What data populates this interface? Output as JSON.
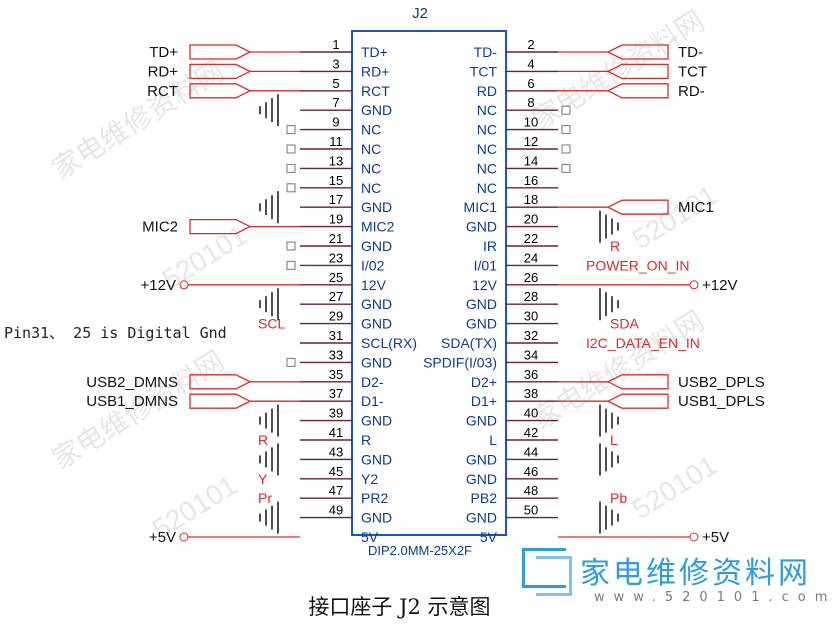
{
  "connector": {
    "ref": "J2",
    "part": "DIP2.0MM-25X2F",
    "left_pins": [
      {
        "num": "1",
        "name": "TD+"
      },
      {
        "num": "3",
        "name": "RD+"
      },
      {
        "num": "5",
        "name": "RCT"
      },
      {
        "num": "7",
        "name": "GND"
      },
      {
        "num": "9",
        "name": "NC"
      },
      {
        "num": "11",
        "name": "NC"
      },
      {
        "num": "13",
        "name": "NC"
      },
      {
        "num": "15",
        "name": "NC"
      },
      {
        "num": "17",
        "name": "GND"
      },
      {
        "num": "19",
        "name": "MIC2"
      },
      {
        "num": "21",
        "name": "GND"
      },
      {
        "num": "23",
        "name": "I/02"
      },
      {
        "num": "25",
        "name": "12V"
      },
      {
        "num": "27",
        "name": "GND"
      },
      {
        "num": "29",
        "name": "GND"
      },
      {
        "num": "31",
        "name": "SCL(RX)"
      },
      {
        "num": "33",
        "name": "GND"
      },
      {
        "num": "35",
        "name": "D2-"
      },
      {
        "num": "37",
        "name": "D1-"
      },
      {
        "num": "39",
        "name": "GND"
      },
      {
        "num": "41",
        "name": "R"
      },
      {
        "num": "43",
        "name": "GND"
      },
      {
        "num": "45",
        "name": "Y2"
      },
      {
        "num": "47",
        "name": "PR2"
      },
      {
        "num": "49",
        "name": "GND"
      },
      {
        "num": "",
        "name": "5V"
      }
    ],
    "right_pins": [
      {
        "num": "2",
        "name": "TD-"
      },
      {
        "num": "4",
        "name": "TCT"
      },
      {
        "num": "6",
        "name": "RD"
      },
      {
        "num": "8",
        "name": "NC"
      },
      {
        "num": "10",
        "name": "NC"
      },
      {
        "num": "12",
        "name": "NC"
      },
      {
        "num": "14",
        "name": "NC"
      },
      {
        "num": "16",
        "name": "NC"
      },
      {
        "num": "18",
        "name": "MIC1"
      },
      {
        "num": "20",
        "name": "GND"
      },
      {
        "num": "22",
        "name": "IR"
      },
      {
        "num": "24",
        "name": "I/01"
      },
      {
        "num": "26",
        "name": "12V"
      },
      {
        "num": "28",
        "name": "GND"
      },
      {
        "num": "30",
        "name": "GND"
      },
      {
        "num": "32",
        "name": "SDA(TX)"
      },
      {
        "num": "34",
        "name": "SPDIF(I/03)"
      },
      {
        "num": "36",
        "name": "D2+"
      },
      {
        "num": "38",
        "name": "D1+"
      },
      {
        "num": "40",
        "name": "GND"
      },
      {
        "num": "42",
        "name": "L"
      },
      {
        "num": "44",
        "name": "GND"
      },
      {
        "num": "46",
        "name": "GND"
      },
      {
        "num": "48",
        "name": "PB2"
      },
      {
        "num": "50",
        "name": "GND"
      },
      {
        "num": "",
        "name": "5V"
      }
    ]
  },
  "net_labels": {
    "left": [
      {
        "row": 0,
        "text": "TD+",
        "kind": "port"
      },
      {
        "row": 1,
        "text": "RD+",
        "kind": "port"
      },
      {
        "row": 2,
        "text": "RCT",
        "kind": "port"
      },
      {
        "row": 9,
        "text": "MIC2",
        "kind": "port"
      },
      {
        "row": 12,
        "text": "+12V",
        "kind": "power"
      },
      {
        "row": 17,
        "text": "USB2_DMNS",
        "kind": "port"
      },
      {
        "row": 18,
        "text": "USB1_DMNS",
        "kind": "port"
      },
      {
        "row": 25,
        "text": "+5V",
        "kind": "power"
      }
    ],
    "right": [
      {
        "row": 0,
        "text": "TD-",
        "kind": "port"
      },
      {
        "row": 1,
        "text": "TCT",
        "kind": "port"
      },
      {
        "row": 2,
        "text": "RD-",
        "kind": "port"
      },
      {
        "row": 8,
        "text": "MIC1",
        "kind": "port"
      },
      {
        "row": 12,
        "text": "+12V",
        "kind": "power"
      },
      {
        "row": 17,
        "text": "USB2_DPLS",
        "kind": "port"
      },
      {
        "row": 18,
        "text": "USB1_DPLS",
        "kind": "port"
      },
      {
        "row": 25,
        "text": "+5V",
        "kind": "power"
      }
    ]
  },
  "signal_labels": [
    {
      "text": "SCL",
      "side": "left",
      "row": 14
    },
    {
      "text": "R",
      "side": "left",
      "row": 20
    },
    {
      "text": "Y",
      "side": "left",
      "row": 22
    },
    {
      "text": "Pr",
      "side": "left",
      "row": 23
    },
    {
      "text": "R",
      "side": "right",
      "row": 10
    },
    {
      "text": "POWER_ON_IN",
      "side": "right",
      "row": 11
    },
    {
      "text": "SDA",
      "side": "right",
      "row": 14
    },
    {
      "text": "I2C_DATA_EN_IN",
      "side": "right",
      "row": 15
    },
    {
      "text": "L",
      "side": "right",
      "row": 20
    },
    {
      "text": "Pb",
      "side": "right",
      "row": 23
    }
  ],
  "note": "Pin31、 25 is Digital Gnd",
  "caption": "接口座子 J2 示意图",
  "logo": {
    "text": "家电维修资料网",
    "url": "www.520101.com"
  },
  "watermark": {
    "cn": "家电维修资料网",
    "num": "520101"
  },
  "colors": {
    "wire": "#6b1f3a",
    "label": "#0b3c8c",
    "net": "#e32727",
    "pinnum": "#000000",
    "box": "#1a4fd6"
  }
}
